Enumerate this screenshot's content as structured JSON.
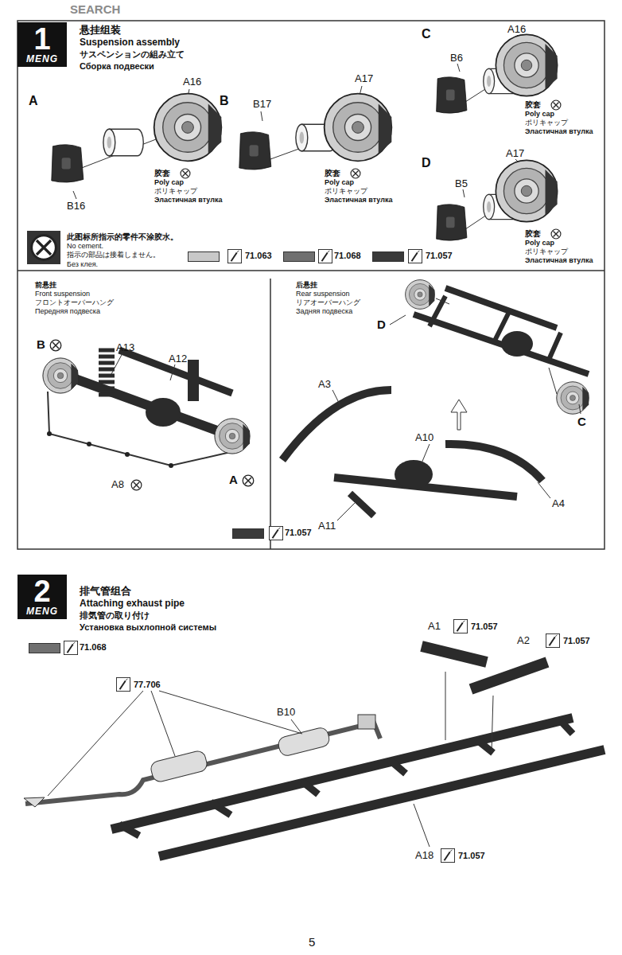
{
  "diagram": {
    "nodes": [
      {
        "text": [
          "1",
          "MENG"
        ]
      },
      {
        "text": [
          "2",
          "MENG"
        ]
      }
    ],
    "labels": [
      "SEARCH",
      "悬挂组装",
      "Suspension assembly",
      "サスペンションの組み立て",
      "Сборка подвески",
      "A",
      "A16",
      "B16",
      "胶套",
      "Poly cap",
      "ポリキャップ",
      "Эластичная втулка",
      "B",
      "B17",
      "A17",
      "胶套",
      "Poly cap",
      "ポリキャップ",
      "Эластичная втулка",
      "C",
      "B6",
      "A16",
      "胶套",
      "Poly cap",
      "ポリキャップ",
      "Эластичная втулка",
      "D",
      "B5",
      "A17",
      "胶套",
      "Poly cap",
      "ポリキャップ",
      "Эластичная втулка",
      "此图标所指示的零件不涂胶水。",
      "No cement.",
      "指示の部品は接着しません。",
      "Без клея.",
      "前悬挂",
      "Front suspension",
      "フロントオーバーハング",
      "Передняя подвеска",
      "B",
      "A13",
      "A12",
      "A",
      "A8",
      "后悬挂",
      "Rear suspension",
      "リアオーバーハング",
      "Задняя подвеска",
      "D",
      "A3",
      "C",
      "A10",
      "A4",
      "A11",
      "排气管组合",
      "Attaching exhaust pipe",
      "排気管の取り付け",
      "Установка выхлопной системы",
      "A1",
      "71.057",
      "A2",
      "71.057",
      "77.706",
      "B10",
      "A18",
      "71.057",
      "5"
    ],
    "legend": [
      {
        "text": "71.063",
        "color": "#c8c8c8"
      },
      {
        "text": "71.068",
        "color": "#707070"
      },
      {
        "text": "71.057",
        "color": "#3a3a3a"
      },
      {
        "text": "71.057",
        "color": "#3a3a3a"
      },
      {
        "text": "71.068",
        "color": "#707070"
      }
    ]
  }
}
